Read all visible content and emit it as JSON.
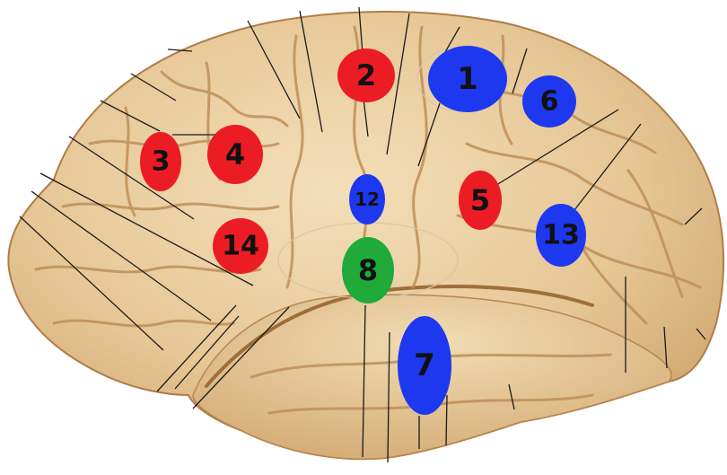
{
  "colors": {
    "red": "#ec1c24",
    "blue": "#1e38f0",
    "green": "#1faa3a",
    "cortex": "#e9cfa4",
    "cortex_shade": "#c99b64",
    "cortex_edge": "#b07d46",
    "leader_line": "#1a1a1a"
  },
  "regions": [
    {
      "label": "1",
      "color": "blue"
    },
    {
      "label": "2",
      "color": "red"
    },
    {
      "label": "3",
      "color": "red"
    },
    {
      "label": "4",
      "color": "red"
    },
    {
      "label": "5",
      "color": "red"
    },
    {
      "label": "6",
      "color": "blue"
    },
    {
      "label": "7",
      "color": "blue"
    },
    {
      "label": "8",
      "color": "green"
    },
    {
      "label": "12",
      "color": "blue"
    },
    {
      "label": "13",
      "color": "blue"
    },
    {
      "label": "14",
      "color": "red"
    }
  ]
}
